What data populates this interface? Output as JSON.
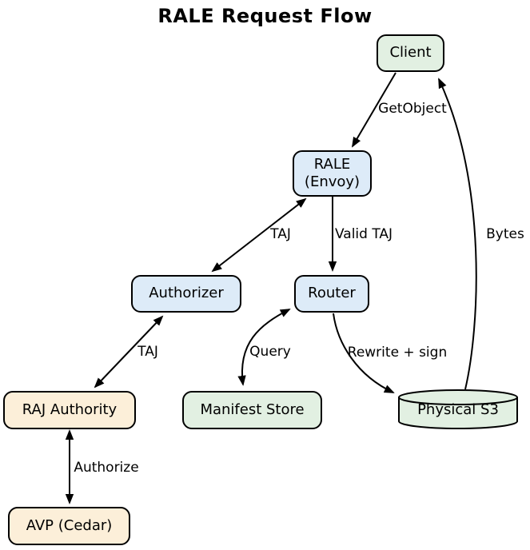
{
  "title": "RALE Request Flow",
  "colors": {
    "background": "#ffffff",
    "node_border": "#000000",
    "edge_stroke": "#000000",
    "node_green": "#e2f0e2",
    "node_blue": "#ddebf8",
    "node_tan": "#fcefd9",
    "text": "#000000"
  },
  "nodes": {
    "client": {
      "label": "Client",
      "fill": "green",
      "shape": "rounded-box"
    },
    "rale_envoy": {
      "line1": "RALE",
      "line2": "(Envoy)",
      "fill": "blue",
      "shape": "rounded-box"
    },
    "authorizer": {
      "label": "Authorizer",
      "fill": "blue",
      "shape": "rounded-box"
    },
    "router": {
      "label": "Router",
      "fill": "blue",
      "shape": "rounded-box"
    },
    "raj_authority": {
      "label": "RAJ Authority",
      "fill": "tan",
      "shape": "rounded-box"
    },
    "manifest_store": {
      "label": "Manifest Store",
      "fill": "green",
      "shape": "rounded-box"
    },
    "physical_s3": {
      "label": "Physical S3",
      "fill": "green",
      "shape": "cylinder"
    },
    "avp_cedar": {
      "label": "AVP (Cedar)",
      "fill": "tan",
      "shape": "rounded-box"
    }
  },
  "edges": [
    {
      "from": "client",
      "to": "rale_envoy",
      "label": "GetObject",
      "direction": "forward"
    },
    {
      "from": "rale_envoy",
      "to": "authorizer",
      "label": "TAJ",
      "direction": "both"
    },
    {
      "from": "rale_envoy",
      "to": "router",
      "label": "Valid TAJ",
      "direction": "forward"
    },
    {
      "from": "authorizer",
      "to": "raj_authority",
      "label": "TAJ",
      "direction": "both"
    },
    {
      "from": "router",
      "to": "manifest_store",
      "label": "Query",
      "direction": "both"
    },
    {
      "from": "router",
      "to": "physical_s3",
      "label": "Rewrite + sign",
      "direction": "forward"
    },
    {
      "from": "physical_s3",
      "to": "client",
      "label": "Bytes",
      "direction": "forward"
    },
    {
      "from": "raj_authority",
      "to": "avp_cedar",
      "label": "Authorize",
      "direction": "both"
    }
  ]
}
